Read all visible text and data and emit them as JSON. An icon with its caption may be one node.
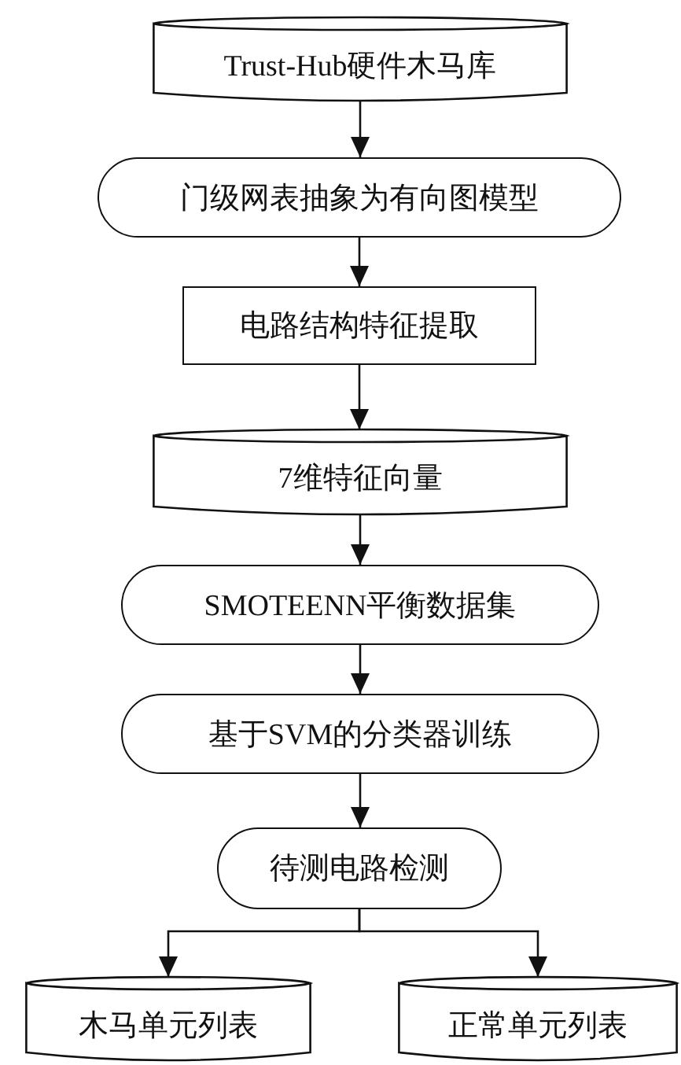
{
  "diagram": {
    "nodes": [
      {
        "text": [
          "Trust-Hub硬件木马库"
        ]
      },
      {
        "text": [
          "门级网表抽象为有向图模型"
        ]
      },
      {
        "text": [
          "电路结构特征提取"
        ]
      },
      {
        "text": [
          "7维特征向量"
        ]
      },
      {
        "text": [
          "SMOTEENN平衡数据集"
        ]
      },
      {
        "text": [
          "基于SVM的分类器训练"
        ]
      },
      {
        "text": [
          "待测电路检测"
        ]
      },
      {
        "text": [
          "木马单元列表"
        ]
      },
      {
        "text": [
          "正常单元列表"
        ]
      }
    ],
    "edges": [
      {
        "from": 0,
        "to": 1,
        "arrow": "to"
      },
      {
        "from": 1,
        "to": 2,
        "arrow": "to"
      },
      {
        "from": 2,
        "to": 3,
        "arrow": "to"
      },
      {
        "from": 3,
        "to": 4,
        "arrow": "to"
      },
      {
        "from": 4,
        "to": 5,
        "arrow": "to"
      },
      {
        "from": 5,
        "to": 6,
        "arrow": "to"
      },
      {
        "from": 6,
        "to": 7,
        "arrow": "to"
      },
      {
        "from": 6,
        "to": 8,
        "arrow": "to"
      }
    ]
  }
}
